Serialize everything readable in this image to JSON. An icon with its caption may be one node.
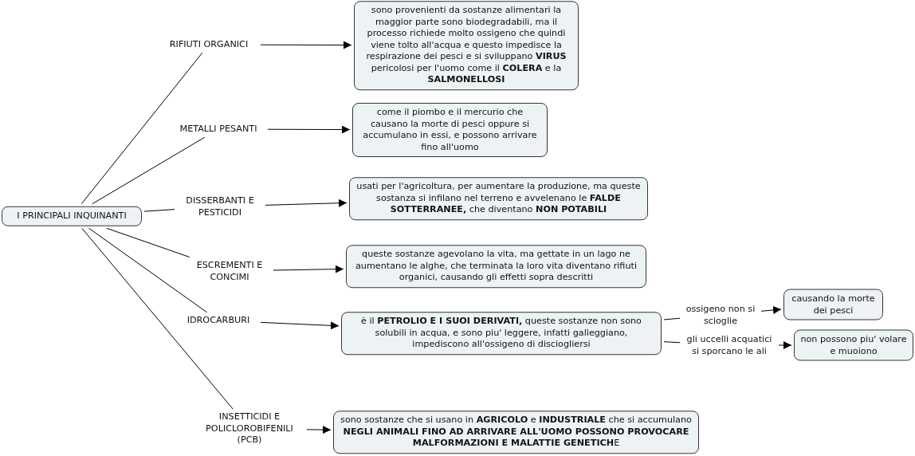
{
  "diagram": {
    "nodes": [
      {
        "text": [
          "I PRINCIPALI INQUINANTI"
        ]
      },
      {
        "text": [
          "RIFIUTI ORGANICI"
        ]
      },
      {
        "text": [
          "sono provenienti da sostanze alimentari la maggior parte sono biodegradabili, ma il processo richiede molto ossigeno che quindi viene tolto all'acqua e questo impedisce la respirazione dei pesci e si sviluppano **VIRUS** pericolosi per l'uomo come il **COLERA** e la **SALMONELLOSI**"
        ]
      },
      {
        "text": [
          "METALLI PESANTI"
        ]
      },
      {
        "text": [
          "come il piombo e il mercurio che causano la morte di pesci oppure si accumulano in essi, e possono arrivare fino all'uomo"
        ]
      },
      {
        "text": [
          "DISSERBANTI E PESTICIDI"
        ]
      },
      {
        "text": [
          "usati per l'agricoltura, per aumentare la produzione, ma queste sostanza si infilano nel terreno e avvelenano le **FALDE SOTTERRANEE,** che diventano **NON POTABILI**"
        ]
      },
      {
        "text": [
          "ESCREMENTI E CONCIMI"
        ]
      },
      {
        "text": [
          "queste sostanze  agevolano la vita, ma gettate in un lago ne aumentano le alghe, che terminata la loro vita diventano rifiuti organici, causando gli effetti sopra descritti"
        ]
      },
      {
        "text": [
          "IDROCARBURI"
        ]
      },
      {
        "text": [
          "è il **PETROLIO E I SUOI DERIVATI,** queste sostanze non sono solubili in acqua, e sono piu' leggere, infatti galleggiano, impediscono all'ossigeno di disciogliersi"
        ]
      },
      {
        "text": [
          "ossigeno non si scioglie"
        ]
      },
      {
        "text": [
          "causando la morte dei pesci"
        ]
      },
      {
        "text": [
          "gli uccelli acquatici si sporcano le ali"
        ]
      },
      {
        "text": [
          "non possono piu' volare e muoiono"
        ]
      },
      {
        "text": [
          "INSETTICIDI E POLICLOROBIFENILI (PCB)"
        ]
      },
      {
        "text": [
          "sono sostanze che si usano in  **AGRICOLO** e **INDUSTRIALE** che si accumulano **NEGLI ANIMALI FINO AD ARRIVARE ALL'UOMO POSSONO PROVOCARE MALFORMAZIONI E MALATTIE GENETICH**E"
        ]
      }
    ],
    "edges": [
      {
        "from": 0,
        "to": 1,
        "arrow": "none"
      },
      {
        "from": 1,
        "to": 2,
        "arrow": "to"
      },
      {
        "from": 0,
        "to": 3,
        "arrow": "none"
      },
      {
        "from": 3,
        "to": 4,
        "arrow": "to"
      },
      {
        "from": 0,
        "to": 5,
        "arrow": "none"
      },
      {
        "from": 5,
        "to": 6,
        "arrow": "to"
      },
      {
        "from": 0,
        "to": 7,
        "arrow": "none"
      },
      {
        "from": 7,
        "to": 8,
        "arrow": "to"
      },
      {
        "from": 0,
        "to": 9,
        "arrow": "none"
      },
      {
        "from": 9,
        "to": 10,
        "arrow": "to"
      },
      {
        "from": 10,
        "to": 11,
        "arrow": "none"
      },
      {
        "from": 11,
        "to": 12,
        "arrow": "to"
      },
      {
        "from": 10,
        "to": 13,
        "arrow": "none"
      },
      {
        "from": 13,
        "to": 14,
        "arrow": "to"
      },
      {
        "from": 0,
        "to": 15,
        "arrow": "none"
      },
      {
        "from": 15,
        "to": 16,
        "arrow": "to"
      }
    ]
  }
}
